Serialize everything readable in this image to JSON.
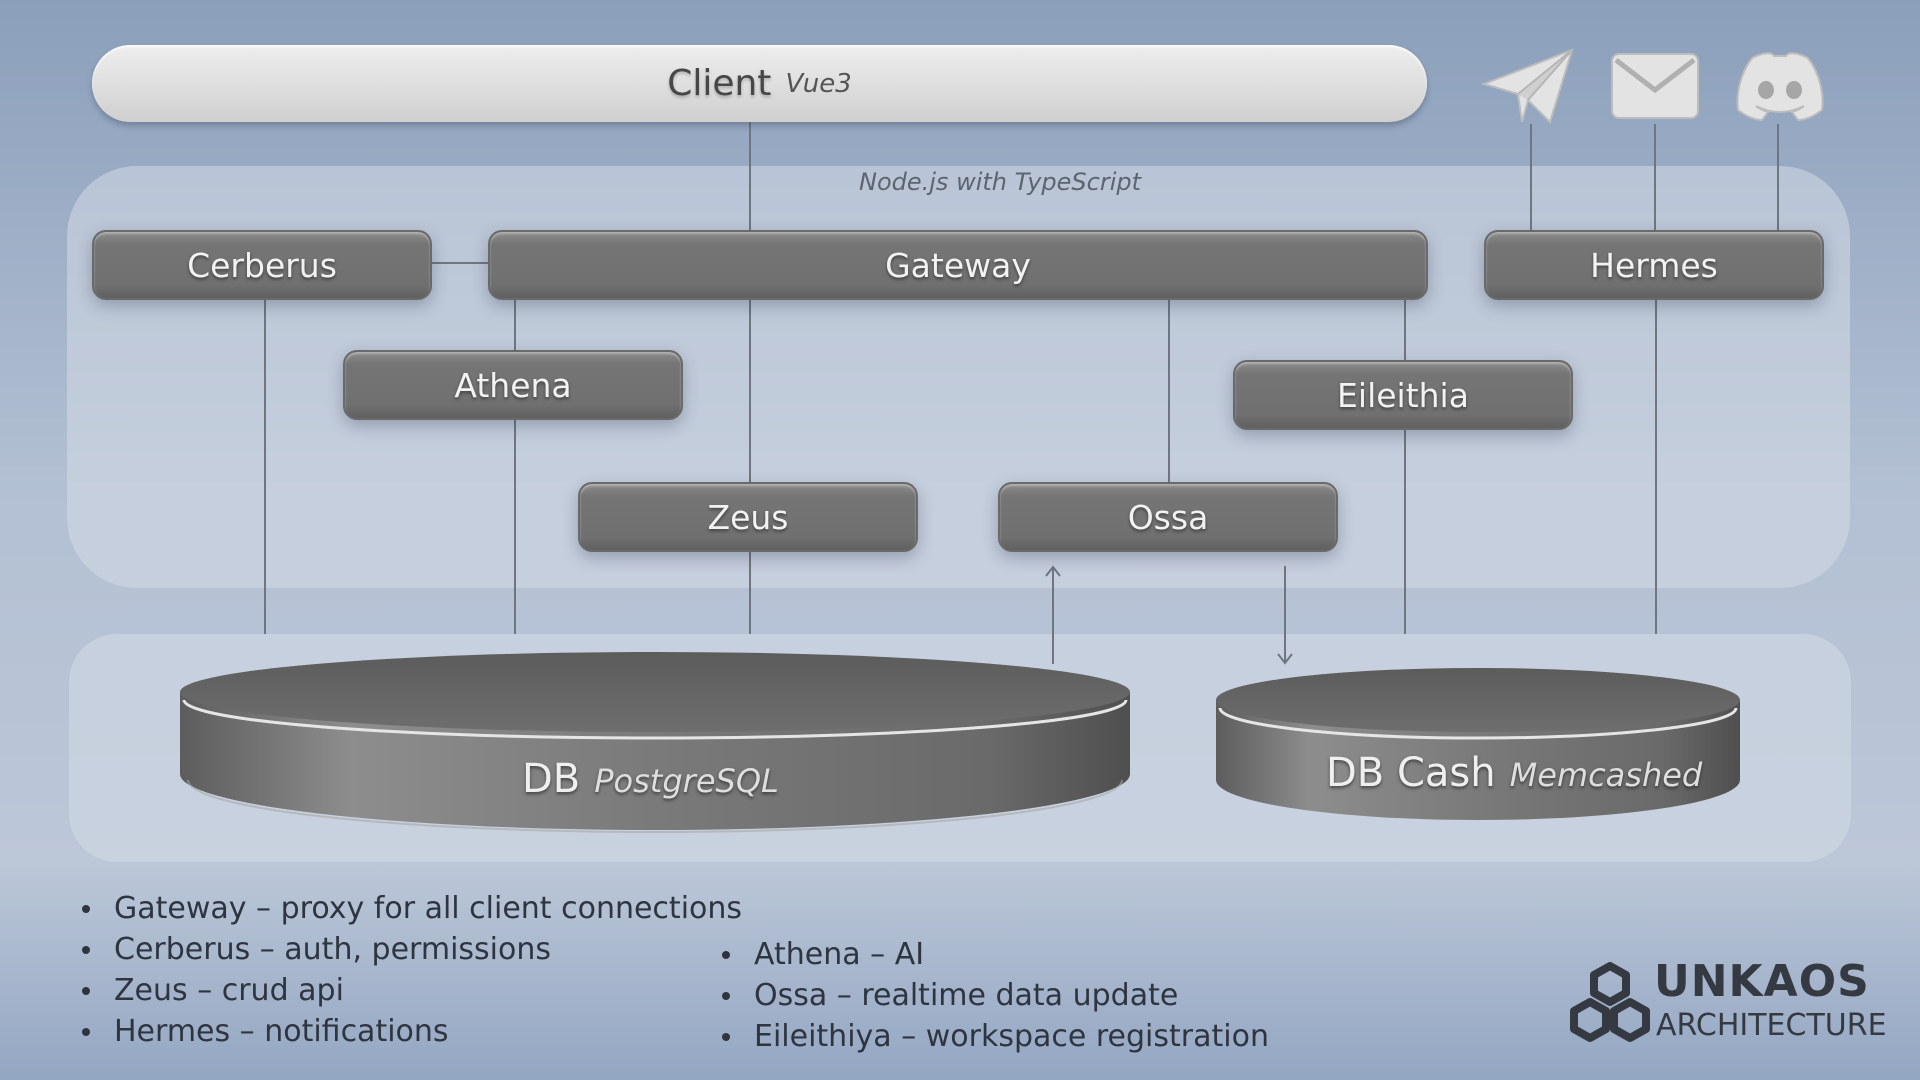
{
  "client": {
    "label": "Client",
    "tech": "Vue3"
  },
  "runtime": {
    "label": "Node.js with TypeScript"
  },
  "services": {
    "cerberus": "Cerberus",
    "gateway": "Gateway",
    "hermes": "Hermes",
    "athena": "Athena",
    "eileithia": "Eileithia",
    "zeus": "Zeus",
    "ossa": "Ossa"
  },
  "databases": {
    "postgres": {
      "label": "DB",
      "tech": "PostgreSQL"
    },
    "cache": {
      "label": "DB Cash",
      "tech": "Memcashed"
    }
  },
  "channels": [
    "telegram-icon",
    "mail-icon",
    "discord-icon"
  ],
  "notes_left": [
    "Gateway – proxy for all client connections",
    "Cerberus – auth, permissions",
    "Zeus – crud api",
    "Hermes – notifications"
  ],
  "notes_right": [
    "Athena – AI",
    "Ossa – realtime data update",
    "Eileithiya – workspace registration"
  ],
  "brand": {
    "name": "UNKAOS",
    "subtitle": "ARCHITECTURE"
  },
  "colors": {
    "service": "#757575",
    "background": "#b3c0d3",
    "panel": "#d4dbe5",
    "text": "#2f3540"
  }
}
